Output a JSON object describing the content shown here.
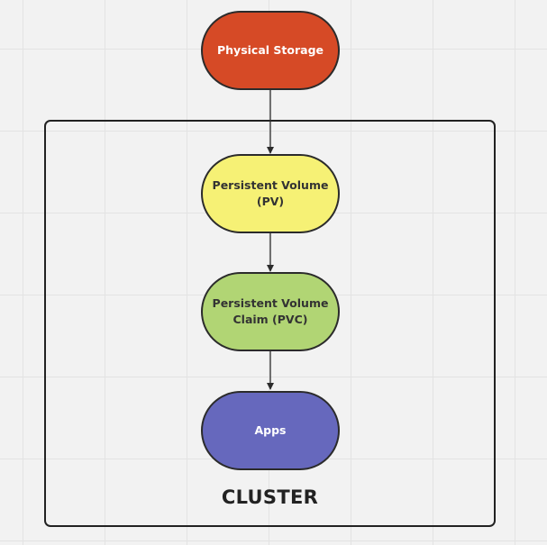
{
  "colors": {
    "physical_storage": "#d64a26",
    "persistent_volume": "#f6f175",
    "persistent_volume_claim": "#b1d574",
    "apps": "#6668bd",
    "outline": "#2b2b2b",
    "canvas": "#f2f2f2",
    "grid": "#e3e3e3"
  },
  "cluster": {
    "label": "CLUSTER"
  },
  "nodes": {
    "physical_storage": {
      "label": "Physical Storage"
    },
    "persistent_volume": {
      "label": "Persistent Volume\n(PV)"
    },
    "persistent_volume_claim": {
      "label": "Persistent Volume\nClaim (PVC)"
    },
    "apps": {
      "label": "Apps"
    }
  },
  "edges": [
    {
      "from": "physical_storage",
      "to": "persistent_volume"
    },
    {
      "from": "persistent_volume",
      "to": "persistent_volume_claim"
    },
    {
      "from": "persistent_volume_claim",
      "to": "apps"
    }
  ]
}
